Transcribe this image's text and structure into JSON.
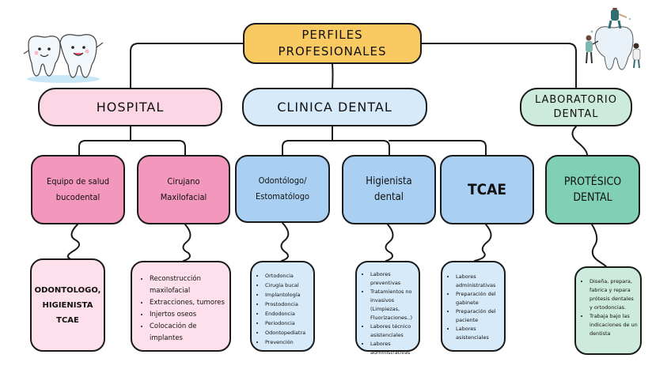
{
  "title": [
    "PERFILES",
    "PROFESIONALES"
  ],
  "categories": {
    "hospital": "HOSPITAL",
    "clinica": "CLINICA DENTAL",
    "laboratorio": [
      "LABORATORIO",
      "DENTAL"
    ]
  },
  "roles": {
    "equipo": [
      "Equipo de salud",
      "bucodental"
    ],
    "cirujano": [
      "Cirujano",
      "Maxilofacial"
    ],
    "odontologo": [
      "Odontólogo/",
      "Estomatólogo"
    ],
    "higienista": [
      "Higienista",
      "dental"
    ],
    "tcae": "TCAE",
    "protesico": [
      "PROTÉSICO",
      "DENTAL"
    ]
  },
  "details": {
    "equipo": [
      "ODONTOLOGO,",
      "HIGIENISTA",
      "TCAE"
    ],
    "cirujano": [
      "Reconstrucción maxilofacial",
      "Extracciones, tumores",
      "Injertos oseos",
      "Colocación de implantes"
    ],
    "odontologo": [
      "Ortodoncia",
      "Cirugía bucal",
      "Implantología",
      "Prostodoncia",
      "Endodoncia",
      "Periodoncia",
      "Odontopediatra",
      "Prevención"
    ],
    "higienista": [
      "Labores preventivas",
      "Tratamientos no invasivos (Limpiezas, Fluorizaciones..)",
      "Labores técnico asistenciales",
      "Labores administrativas"
    ],
    "tcae": [
      "Labores administrativas",
      "Preparación del gabinete",
      "Preparación del paciente",
      "Labores asistenciales"
    ],
    "protesico": [
      "Diseña, prepara, fabrica y repara prótesis dentales y ortodoncias.",
      "Trabaja bajo las indicaciones de un dentista"
    ]
  },
  "icons": [
    "happy-teeth-icon",
    "dentist-cleaning-tooth-icon"
  ],
  "colors": {
    "title": "#f9ca62",
    "hospital": "#fbd7e6",
    "hospital_role": "#f397bd",
    "clinica": "#d7eafa",
    "clinica_role": "#a9d0f2",
    "laboratorio": "#cdebdc",
    "laboratorio_role": "#7fd0b4"
  }
}
